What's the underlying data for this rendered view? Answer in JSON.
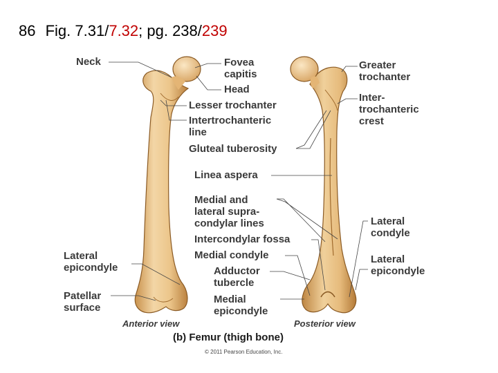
{
  "title": {
    "number": "86",
    "fig_prefix": "Fig. 7.31/",
    "fig_red": "7.32",
    "page_prefix": "; pg. 238/",
    "page_red": "239"
  },
  "labels": {
    "neck": "Neck",
    "fovea_capitis": "Fovea\ncapitis",
    "head": "Head",
    "lesser_trochanter": "Lesser trochanter",
    "intertrochanteric_line": "Intertrochanteric\nline",
    "gluteal_tuberosity": "Gluteal tuberosity",
    "linea_aspera": "Linea aspera",
    "supracondylar_lines": "Medial and\nlateral supra-\ncondylar lines",
    "intercondylar_fossa": "Intercondylar fossa",
    "medial_condyle": "Medial condyle",
    "adductor_tubercle": "Adductor\ntubercle",
    "medial_epicondyle": "Medial\nepicondyle",
    "greater_trochanter": "Greater\ntrochanter",
    "intertrochanteric_crest": "Inter-\ntrochanteric\ncrest",
    "lateral_condyle": "Lateral\ncondyle",
    "lateral_epicondyle_right": "Lateral\nepicondyle",
    "lateral_epicondyle_left": "Lateral\nepicondyle",
    "patellar_surface": "Patellar\nsurface"
  },
  "views": {
    "anterior": "Anterior view",
    "posterior": "Posterior view"
  },
  "caption": "(b) Femur (thigh bone)",
  "copyright": "© 2011 Pearson Education, Inc."
}
